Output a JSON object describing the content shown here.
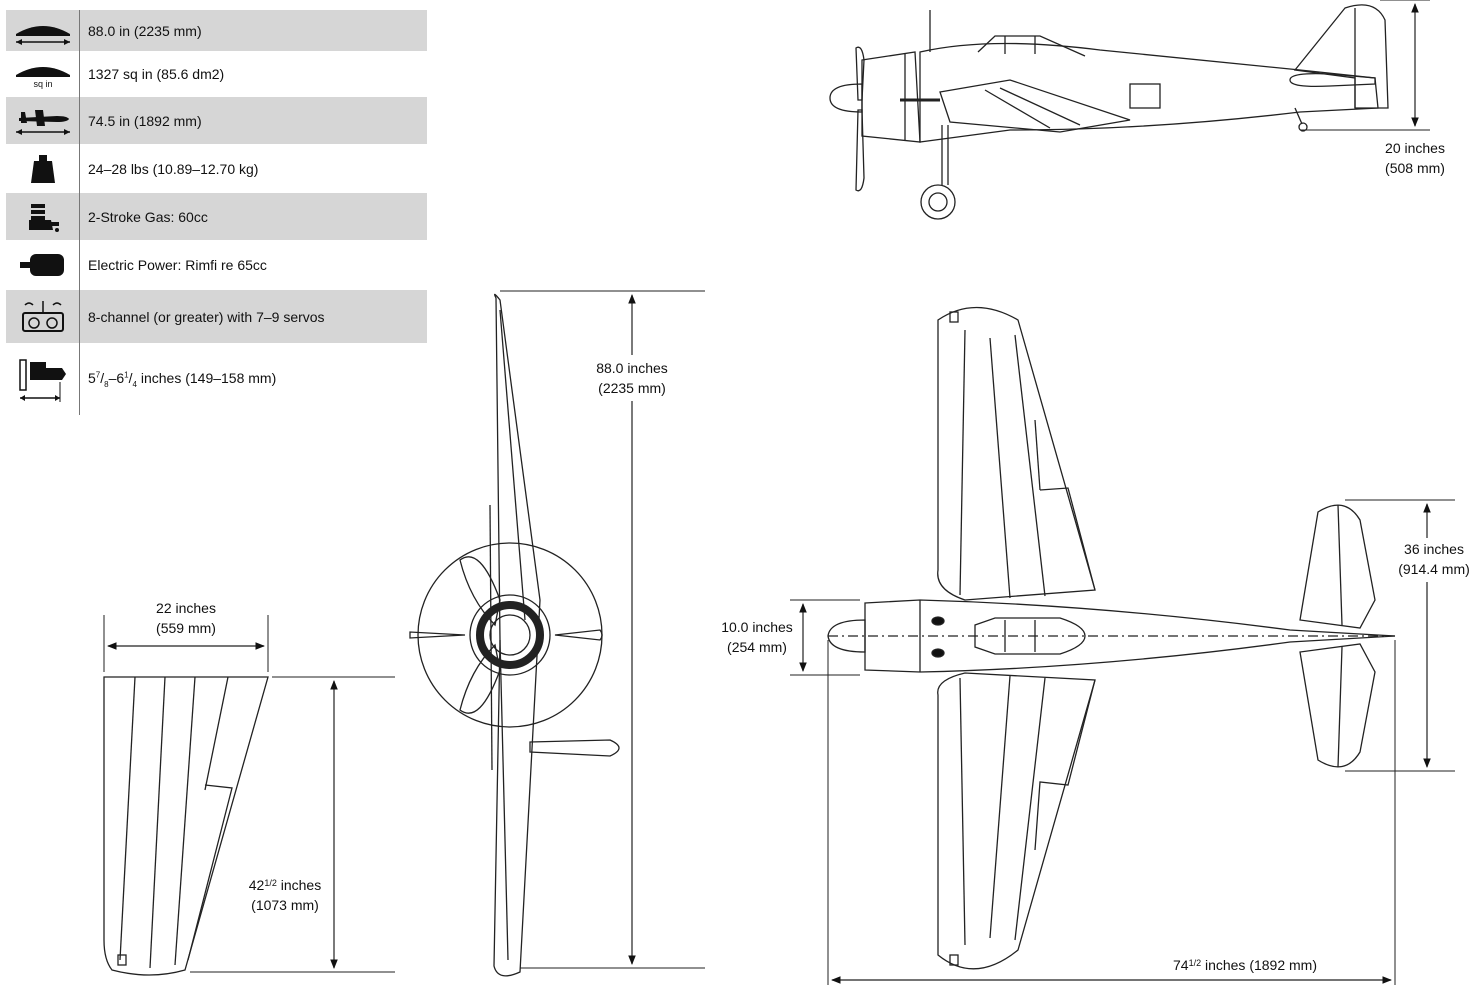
{
  "specs": [
    {
      "icon": "wingspan-icon",
      "text": "88.0 in (2235 mm)"
    },
    {
      "icon": "wing-area-icon",
      "icon_label": "sq in",
      "text": "1327 sq in (85.6 dm2)"
    },
    {
      "icon": "length-icon",
      "text": "74.5 in (1892 mm)"
    },
    {
      "icon": "weight-icon",
      "text": "24–28 lbs (10.89–12.70 kg)"
    },
    {
      "icon": "gas-engine-icon",
      "text": "2-Stroke Gas: 60cc"
    },
    {
      "icon": "electric-motor-icon",
      "text": "Electric Power: Rimfi re 65cc"
    },
    {
      "icon": "radio-transmitter-icon",
      "text": "8-channel (or greater) with 7–9 servos"
    },
    {
      "icon": "engine-mount-length-icon",
      "text_a": "5",
      "text_a_num": "7",
      "text_a_den": "8",
      "text_b": "–6",
      "text_b_num": "1",
      "text_b_den": "4",
      "text_c": " inches (149–158 mm)"
    }
  ],
  "dimensions": {
    "height": {
      "line1": "20 inches",
      "line2": "(508 mm)"
    },
    "span": {
      "line1": "88.0 inches",
      "line2": "(2235 mm)"
    },
    "root_chord": {
      "line1": "22 inches",
      "line2": "(559 mm)"
    },
    "half_span": {
      "line1": "42",
      "frac": "1/2",
      "line1_end": " inches",
      "line2": "(1073 mm)"
    },
    "fuselage_width": {
      "line1": "10.0 inches",
      "line2": "(254 mm)"
    },
    "stab_span": {
      "line1": "36 inches",
      "line2": "(914.4 mm)"
    },
    "length": {
      "line1": "74",
      "frac": "1/2",
      "line1_end": " inches (1892 mm)"
    }
  }
}
